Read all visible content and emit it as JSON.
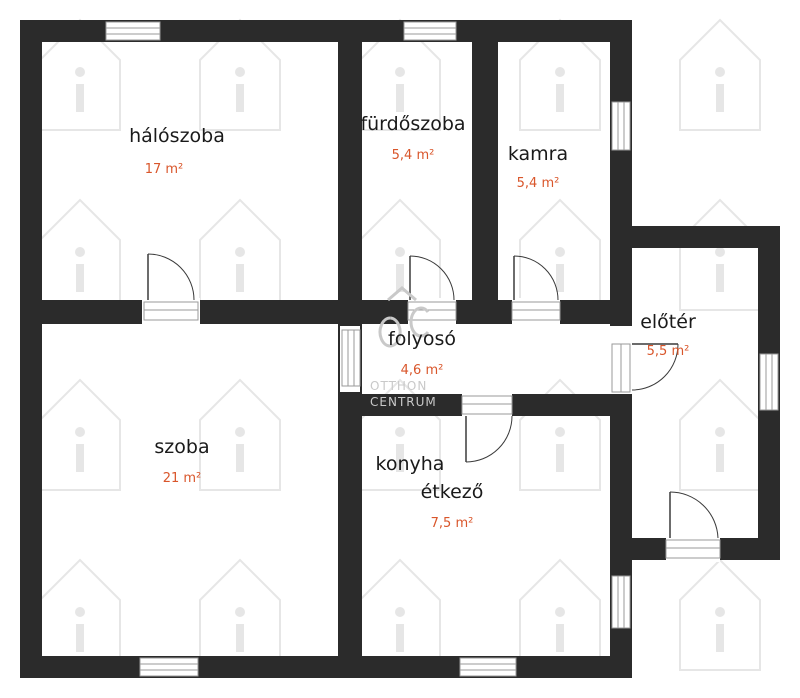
{
  "rooms": [
    {
      "name": "hálószoba",
      "area": "17 m²"
    },
    {
      "name": "fürdőszoba",
      "area": "5,4 m²"
    },
    {
      "name": "kamra",
      "area": "5,4 m²"
    },
    {
      "name": "előtér",
      "area": "5,5 m²"
    },
    {
      "name": "folyosó",
      "area": "4,6 m²"
    },
    {
      "name": "szoba",
      "area": "21 m²"
    },
    {
      "name_line1": "konyha",
      "name_line2": "étkező",
      "area": "7,5 m²"
    }
  ],
  "logo": {
    "line1": "OTTHON",
    "line2": "CENTRUM"
  },
  "colors": {
    "wall": "#2b2b2b",
    "area_text": "#d9562b",
    "label_text": "#1a1a1a",
    "watermark": "#e6e6e6"
  }
}
